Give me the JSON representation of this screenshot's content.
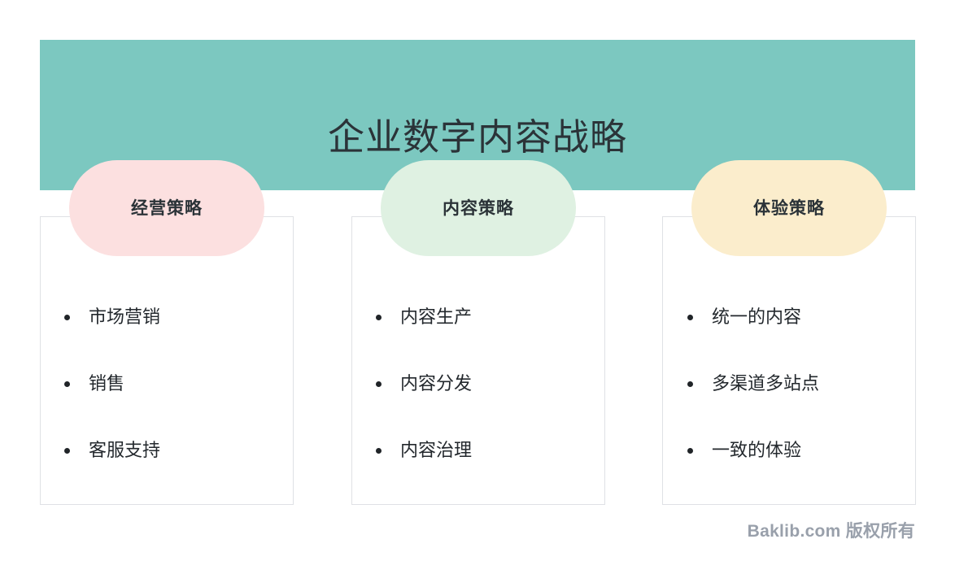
{
  "banner": {
    "title": "企业数字内容战略",
    "background_color": "#7cc8c0",
    "title_color": "#2b3338"
  },
  "columns": [
    {
      "pill_label": "经营策略",
      "pill_color": "#fce0e0",
      "items": [
        "市场营销",
        "销售",
        "客服支持"
      ]
    },
    {
      "pill_label": "内容策略",
      "pill_color": "#dff1e2",
      "items": [
        "内容生产",
        "内容分发",
        "内容治理"
      ]
    },
    {
      "pill_label": "体验策略",
      "pill_color": "#fbedcc",
      "items": [
        "统一的内容",
        "多渠道多站点",
        "一致的体验"
      ]
    }
  ],
  "footer": {
    "text": "Baklib.com 版权所有",
    "color": "#99a0ab"
  },
  "card": {
    "border_color": "#dfe1e5",
    "background_color": "#ffffff"
  }
}
